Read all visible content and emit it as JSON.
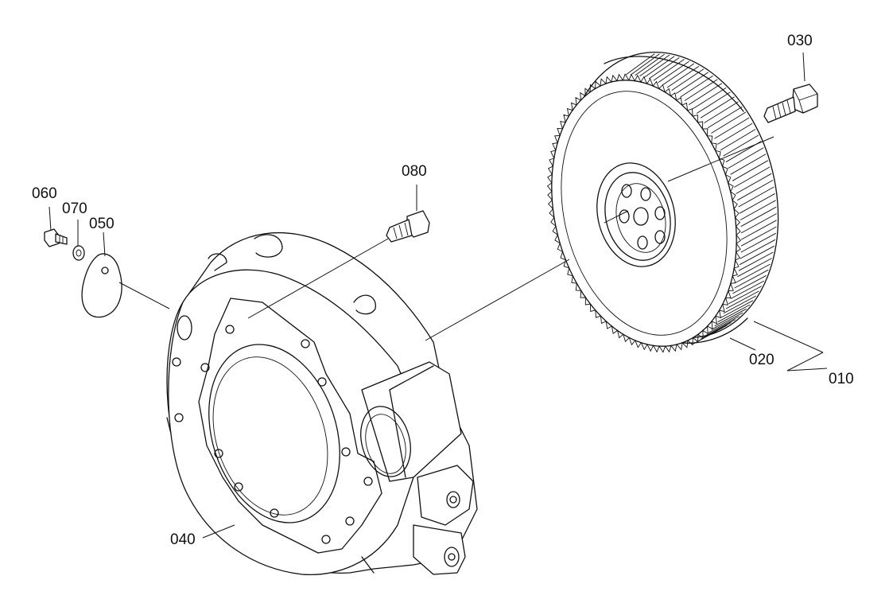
{
  "diagram": {
    "part_labels": {
      "p010": "010",
      "p020": "020",
      "p030": "030",
      "p040": "040",
      "p050": "050",
      "p060": "060",
      "p070": "070",
      "p080": "080"
    }
  }
}
